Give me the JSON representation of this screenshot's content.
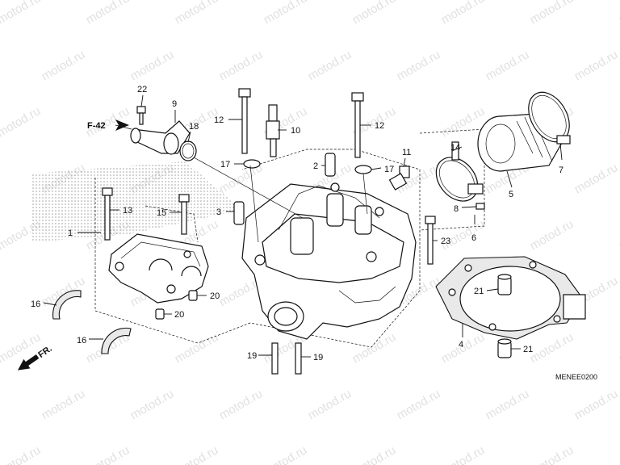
{
  "watermark": "motod.ru",
  "diagram_code": "MENEE0200",
  "reference": "F-42",
  "direction_label": "FR.",
  "callouts": [
    "1",
    "2",
    "3",
    "4",
    "5",
    "6",
    "7",
    "8",
    "9",
    "10",
    "11",
    "12",
    "13",
    "14",
    "15",
    "16",
    "17",
    "18",
    "19",
    "20",
    "21",
    "22",
    "23"
  ]
}
